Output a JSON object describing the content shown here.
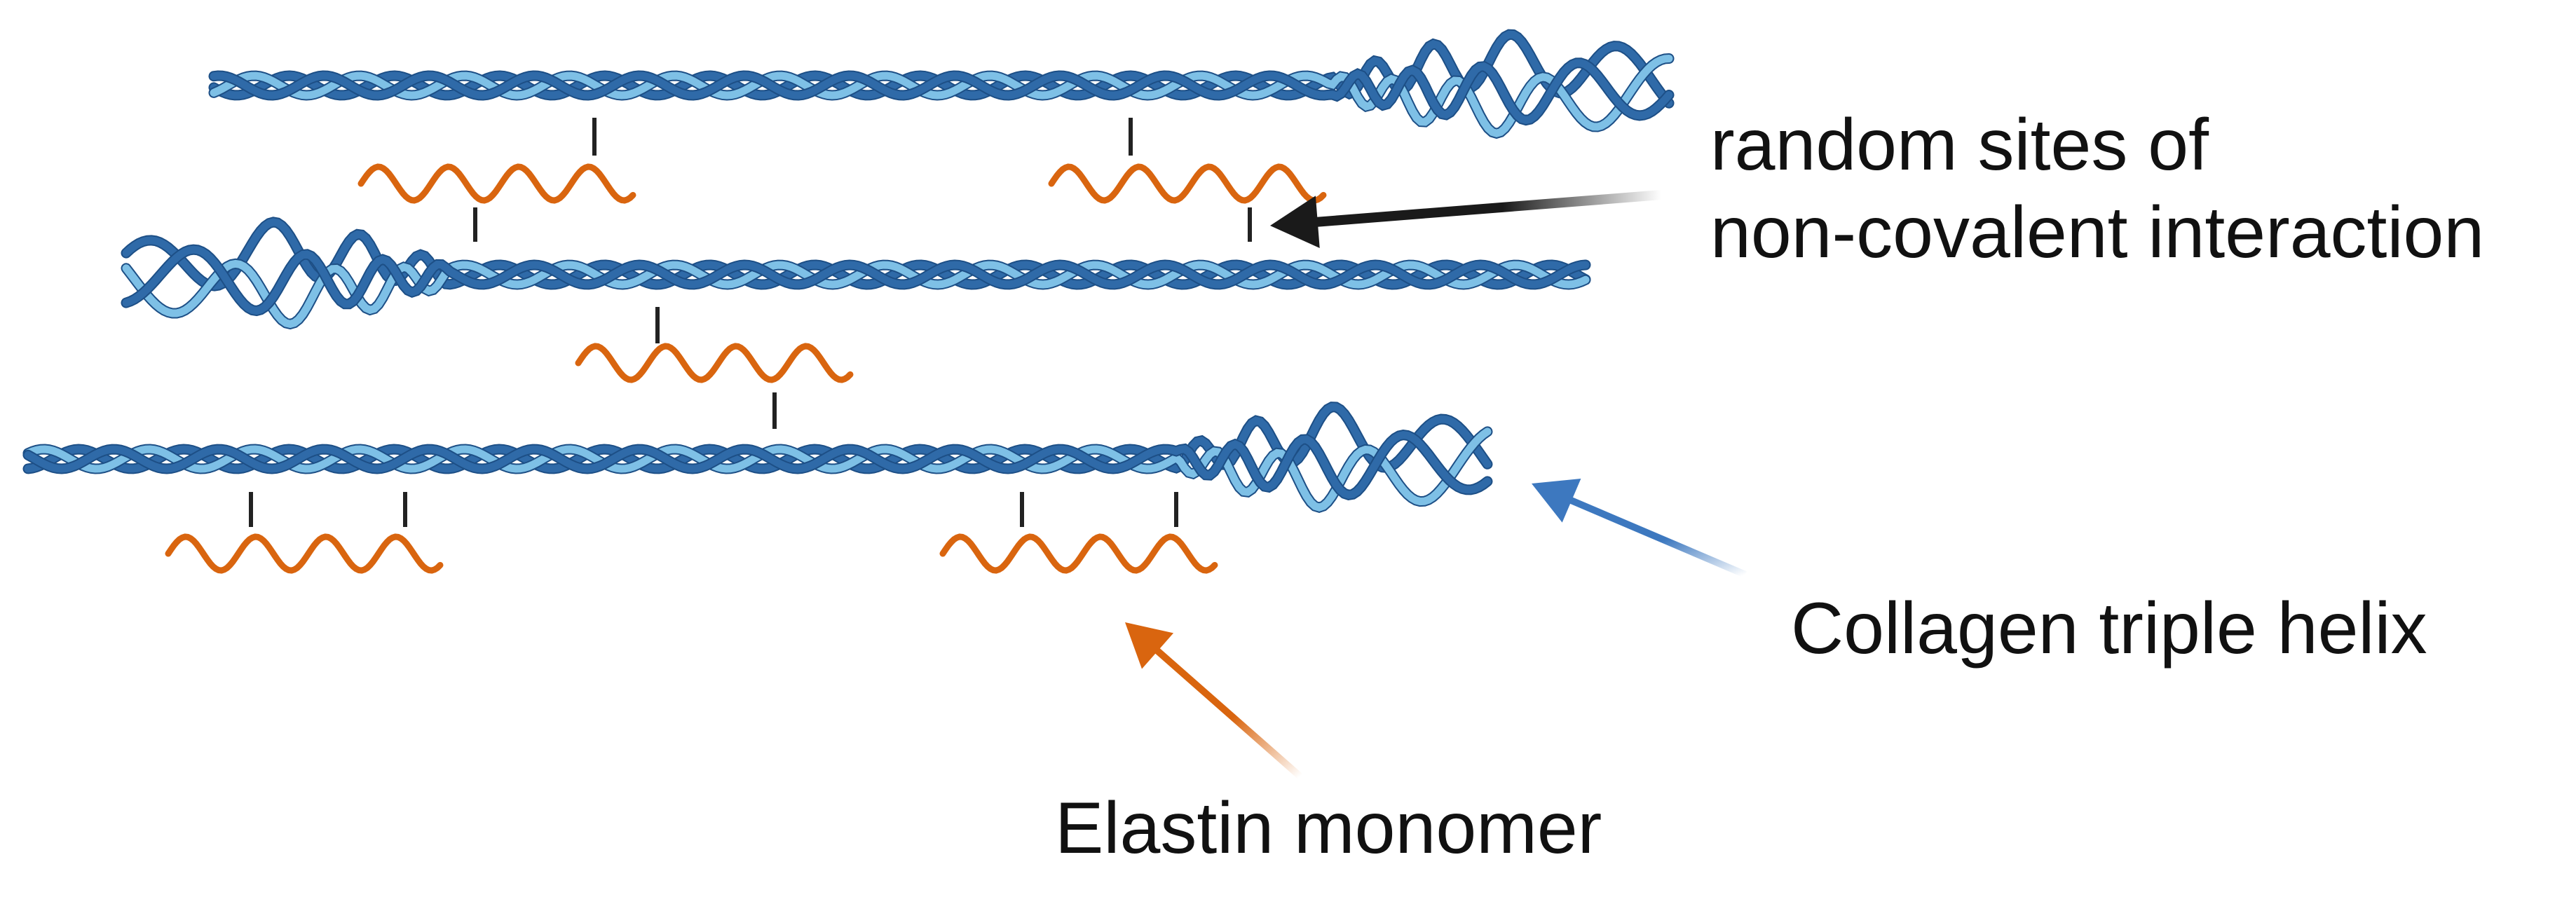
{
  "labels": {
    "interaction_line1": "random sites of",
    "interaction_line2": "non-covalent interaction",
    "collagen": "Collagen triple helix",
    "elastin": "Elastin monomer"
  },
  "colors": {
    "collagen_dark": "#2f6aa8",
    "collagen_light": "#7ec0e6",
    "elastin": "#d9650f",
    "interaction_bond": "#222222",
    "interaction_arrow": "#1a1a1a",
    "collagen_arrow": "#3d78bf",
    "elastin_arrow": "#d9650f"
  }
}
